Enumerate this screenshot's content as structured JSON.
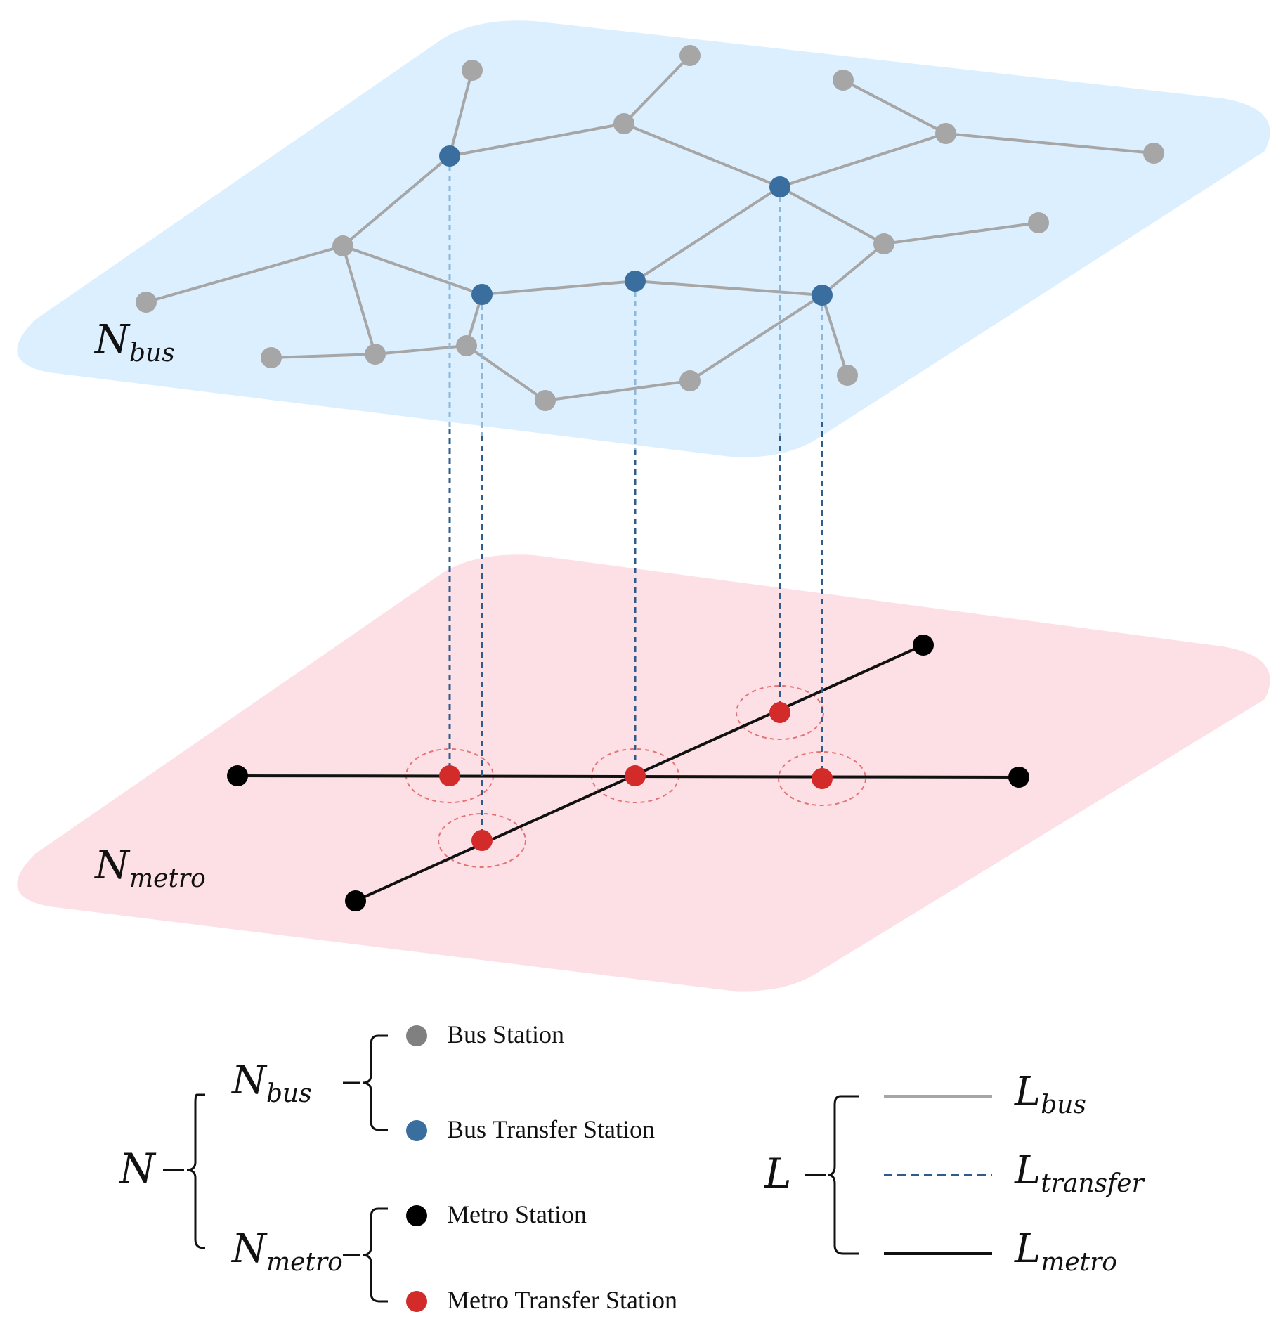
{
  "layers": {
    "bus": {
      "symbol": "N",
      "subscript": "bus",
      "fill": "#dcefff"
    },
    "metro": {
      "symbol": "N",
      "subscript": "metro",
      "fill": "#fde0e6"
    }
  },
  "colors": {
    "bus_station": "#a6a6a6",
    "bus_transfer_station": "#3a6e9f",
    "metro_station": "#000000",
    "metro_transfer_station": "#d32a2a",
    "bus_link": "#a6a6a6",
    "transfer_link": "#2f5c8a",
    "metro_link": "#111111",
    "transfer_halo": "#e57373"
  },
  "legend": {
    "nodes": {
      "root_symbol": "N",
      "bus_group": {
        "symbol": "N",
        "subscript": "bus"
      },
      "metro_group": {
        "symbol": "N",
        "subscript": "metro"
      },
      "items": [
        {
          "label": "Bus Station",
          "kind": "bus_station"
        },
        {
          "label": "Bus Transfer Station",
          "kind": "bus_transfer_station"
        },
        {
          "label": "Metro Station",
          "kind": "metro_station"
        },
        {
          "label": "Metro Transfer Station",
          "kind": "metro_transfer_station"
        }
      ]
    },
    "links": {
      "root_symbol": "L",
      "items": [
        {
          "symbol": "L",
          "subscript": "bus",
          "kind": "bus_link"
        },
        {
          "symbol": "L",
          "subscript": "transfer",
          "kind": "transfer_link"
        },
        {
          "symbol": "L",
          "subscript": "metro",
          "kind": "metro_link"
        }
      ]
    }
  }
}
